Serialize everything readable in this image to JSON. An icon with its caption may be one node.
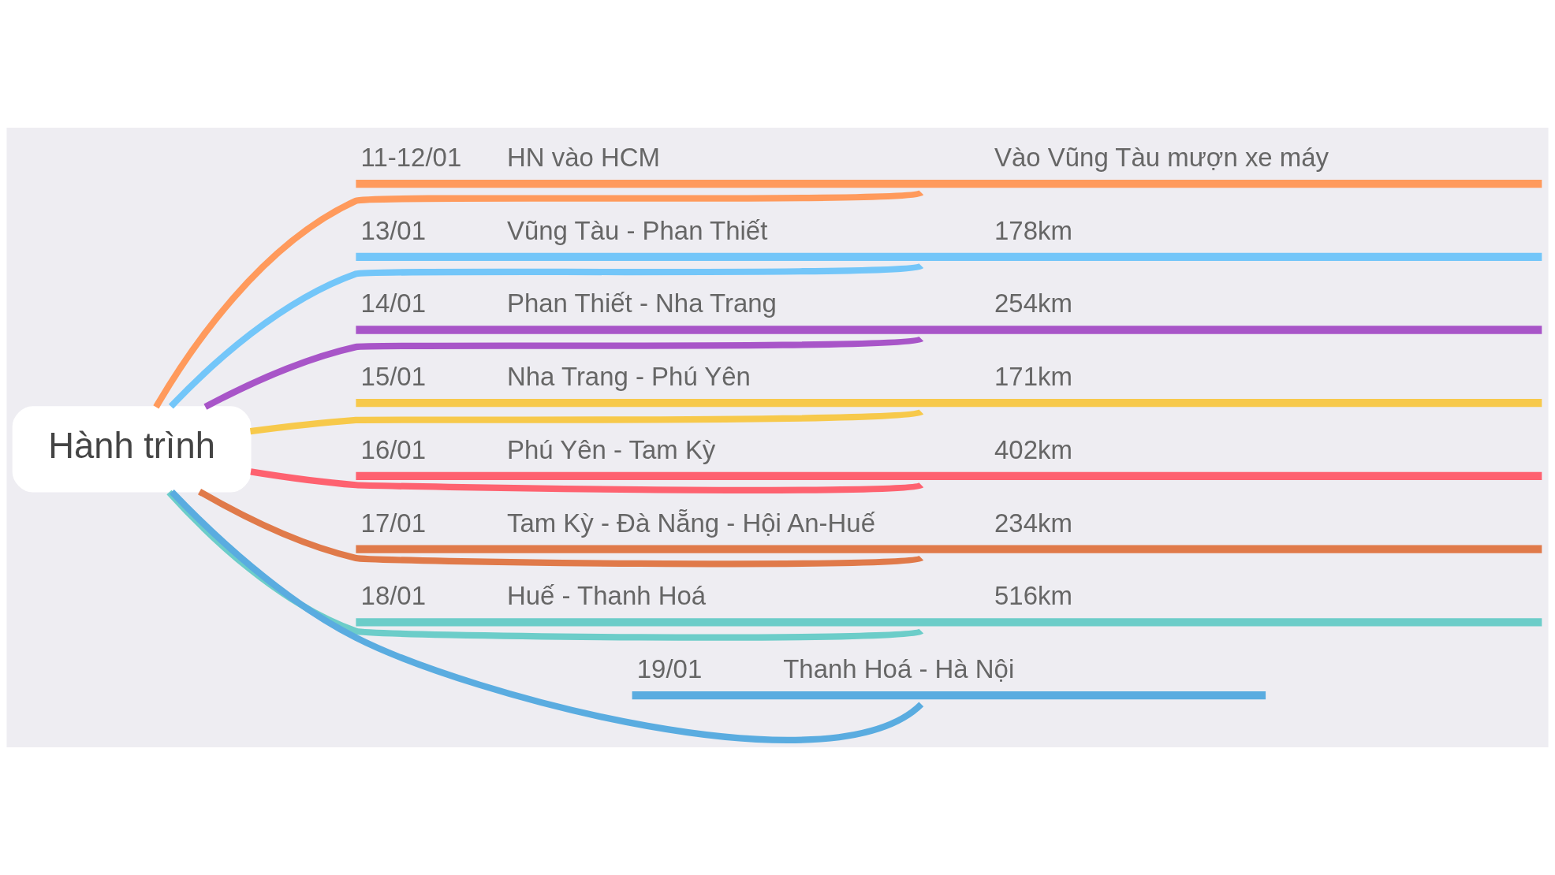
{
  "diagram": {
    "nodes": [
      {
        "text": [
          "Hành trình"
        ]
      },
      {
        "text": [
          "11-12/01",
          "HN vào HCM",
          "Vào Vũng Tàu mượn xe máy"
        ]
      },
      {
        "text": [
          "13/01",
          "Vũng Tàu - Phan Thiết",
          "178km"
        ]
      },
      {
        "text": [
          "14/01",
          "Phan Thiết - Nha Trang",
          "254km"
        ]
      },
      {
        "text": [
          "15/01",
          "Nha Trang - Phú Yên",
          "171km"
        ]
      },
      {
        "text": [
          "16/01",
          "Phú Yên - Tam Kỳ",
          "402km"
        ]
      },
      {
        "text": [
          "17/01",
          "Tam Kỳ - Đà Nẵng - Hội An-Huế",
          "234km"
        ]
      },
      {
        "text": [
          "18/01",
          "Huế - Thanh Hoá",
          "516km"
        ]
      },
      {
        "text": [
          "19/01",
          "Thanh Hoá - Hà Nội"
        ]
      }
    ],
    "edges": [
      {
        "from": 0,
        "to": 1,
        "arrow": "none",
        "color": "#ff9a5c"
      },
      {
        "from": 0,
        "to": 2,
        "arrow": "none",
        "color": "#73c6f9"
      },
      {
        "from": 0,
        "to": 3,
        "arrow": "none",
        "color": "#a855c8"
      },
      {
        "from": 0,
        "to": 4,
        "arrow": "none",
        "color": "#f7c94b"
      },
      {
        "from": 0,
        "to": 5,
        "arrow": "none",
        "color": "#fe6270"
      },
      {
        "from": 0,
        "to": 6,
        "arrow": "none",
        "color": "#e07a4a"
      },
      {
        "from": 0,
        "to": 7,
        "arrow": "none",
        "color": "#6ccdc9"
      },
      {
        "from": 0,
        "to": 8,
        "arrow": "none",
        "color": "#5aace0"
      }
    ]
  }
}
